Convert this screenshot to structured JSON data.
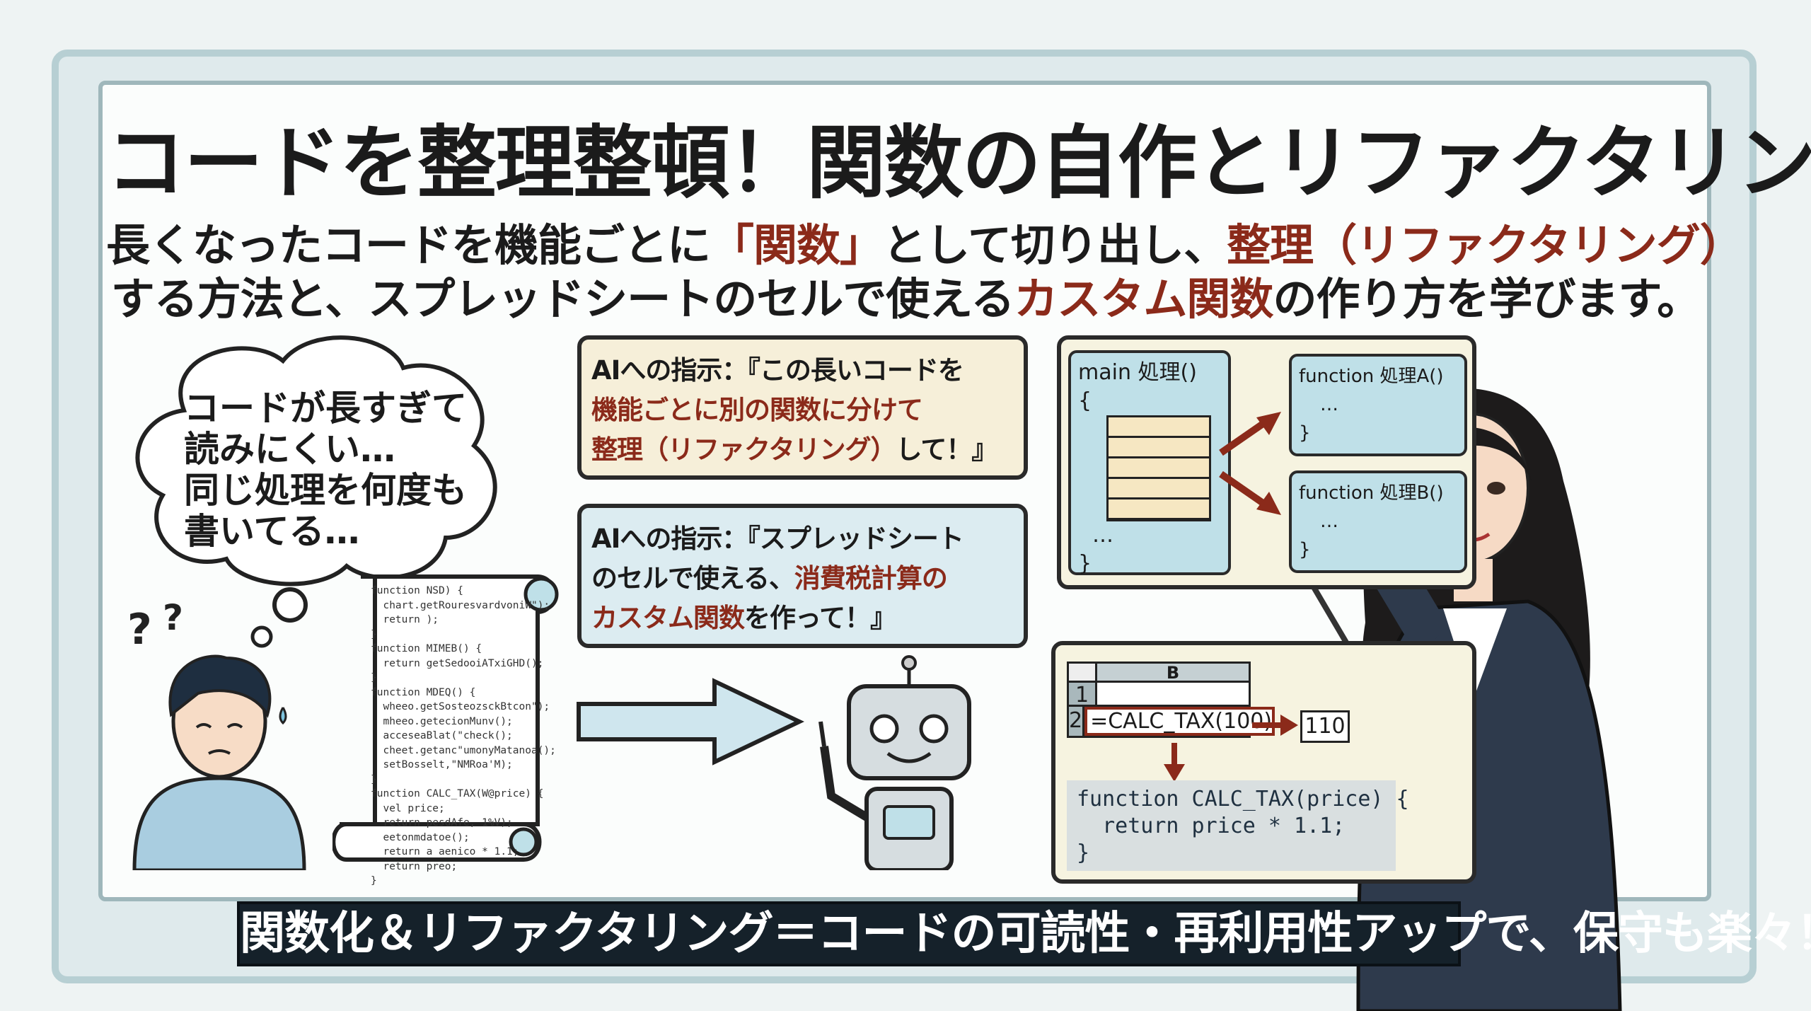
{
  "title": "コードを整理整頓！関数の自作とリファクタリング",
  "subtitle": {
    "line1": [
      {
        "t": "長くなったコードを機能ごとに"
      },
      {
        "t": "「関数」",
        "hl": true
      },
      {
        "t": "として切り出し、"
      },
      {
        "t": "整理（リファクタリング）",
        "hl": true
      }
    ],
    "line2": [
      {
        "t": "する方法と、スプレッドシートのセルで使える"
      },
      {
        "t": "カスタム関数",
        "hl": true
      },
      {
        "t": "の作り方を学びます。"
      }
    ]
  },
  "thought_bubble": [
    "コードが長すぎて",
    "読みにくい…",
    "同じ処理を何度も",
    "書いてる…"
  ],
  "scroll_code": "function NSD) {\n  chart.getRouresvardvoniW\");\n  return );\n}\nfunction MIMEB() {\n  return getSedooiATxiGHD();\n}\nfunction MDEQ() {\n  wheeo.getSosteozsckBtcon\");\n  mheeo.getecionMunv();\n  acceseaBlat(\"check();\n  cheet.getanc\"umonyMatanoa();\n  setBosselt,\"NMRoa'M);\n}\nfunction CALC_TAX(W@price) {\n  vel price;\n  return pesdAfe, 1%V);\n  eetonmdatoe();\n  return a aenico * 1.1;\n  return preo;\n}",
  "prompt1": [
    {
      "t": "AIへの指示：『この長いコードを"
    },
    {
      "t": "機能ごとに別の関数に分けて",
      "hl": true
    },
    {
      "t": "整理（リファクタリング）",
      "hl": true,
      "tail": "して！』"
    }
  ],
  "prompt2": [
    {
      "t": "AIへの指示：『スプレッドシート"
    },
    {
      "t": "のセルで使える、",
      "hl2": "消費税計算の"
    },
    {
      "t": "カスタム関数",
      "hl": true,
      "tail": "を作って！』"
    }
  ],
  "diagram": {
    "main": {
      "header": "main 処理()",
      "open": "{",
      "dots": "…",
      "close": "}"
    },
    "funcA": {
      "header": "function 処理A()",
      "dots": "…",
      "close": "}"
    },
    "funcB": {
      "header": "function 処理B()",
      "dots": "…",
      "close": "}"
    }
  },
  "sheet": {
    "col": "B",
    "rows": [
      "1",
      "2"
    ],
    "formula": "=CALC_TAX(100)",
    "result": "110"
  },
  "code": [
    "function CALC_TAX(price) {",
    "  return price * 1.1;",
    "}"
  ],
  "banner": "関数化＆リファクタリング＝コードの可読性・再利用性アップで、保守も楽々！",
  "colors": {
    "accent": "#8b2a1a",
    "box_fill": "#bfe0e8",
    "prompt_fill": "#f6efd9",
    "banner": "#15212a"
  }
}
